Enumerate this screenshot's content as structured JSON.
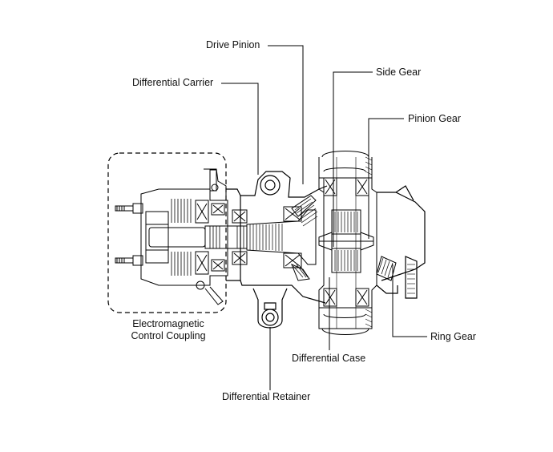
{
  "labels": {
    "drive_pinion": "Drive Pinion",
    "differential_carrier": "Differential Carrier",
    "side_gear": "Side Gear",
    "pinion_gear": "Pinion Gear",
    "electromagnetic_line1": "Electromagnetic",
    "electromagnetic_line2": "Control Coupling",
    "differential_case": "Differential Case",
    "ring_gear": "Ring Gear",
    "differential_retainer": "Differential Retainer"
  },
  "colors": {
    "line": "#000000",
    "background": "#ffffff",
    "hatch": "#333333"
  }
}
